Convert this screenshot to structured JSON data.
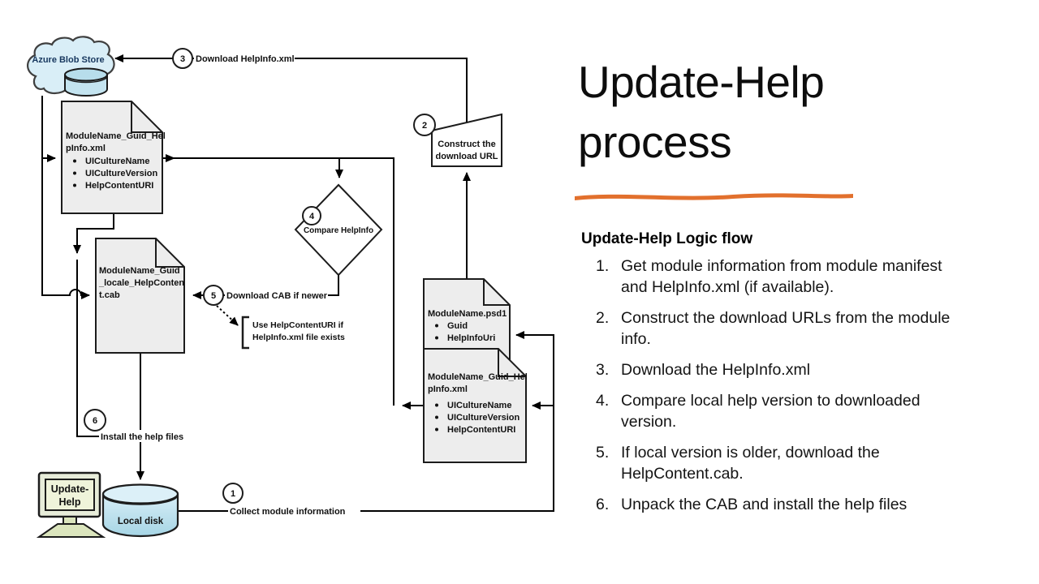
{
  "slide": {
    "title_line1": "Update-Help",
    "title_line2": "process",
    "subtitle": "Update-Help Logic flow",
    "accent_color": "#e2702d",
    "steps": [
      {
        "num": "1.",
        "text": "Get module information from module manifest and HelpInfo.xml (if available)."
      },
      {
        "num": "2.",
        "text": "Construct the download URLs from the module info."
      },
      {
        "num": "3.",
        "text": "Download the HelpInfo.xml"
      },
      {
        "num": "4.",
        "text": "Compare local help version to downloaded version."
      },
      {
        "num": "5.",
        "text": "If local version is older, download the HelpContent.cab."
      },
      {
        "num": "6.",
        "text": "Unpack the CAB and install the help files"
      }
    ]
  },
  "diagram": {
    "cloud_label": "Azure Blob Store",
    "doc_downloaded_helpinfo": {
      "title_line1": "ModuleName_Guid_Hel",
      "title_line2": "pInfo.xml",
      "bullets": [
        "UICultureName",
        "UICultureVersion",
        "HelpContentURI"
      ]
    },
    "doc_cab": {
      "title_line1": "ModuleName_Guid",
      "title_line2": "_locale_HelpConten",
      "title_line3": "t.cab"
    },
    "doc_psd1": {
      "title": "ModuleName.psd1",
      "bullets": [
        "Guid",
        "HelpInfoUri"
      ]
    },
    "doc_local_helpinfo": {
      "title_line1": "ModuleName_Guid_Hel",
      "title_line2": "pInfo.xml",
      "bullets": [
        "UICultureName",
        "UICultureVersion",
        "HelpContentURI"
      ]
    },
    "process_construct_line1": "Construct the",
    "process_construct_line2": "download URL",
    "decision_compare": "Compare HelpInfo",
    "computer_label_line1": "Update-",
    "computer_label_line2": "Help",
    "disk_label": "Local disk",
    "badges": {
      "b1": "1",
      "b2": "2",
      "b3": "3",
      "b4": "4",
      "b5": "5",
      "b6": "6"
    },
    "edge_labels": {
      "download_helpinfo": "Download HelpInfo.xml",
      "download_cab": "Download CAB if newer",
      "install_help": "Install the help files",
      "collect_module_info": "Collect module information"
    },
    "note_line1": "Use HelpContentURI if",
    "note_line2": "HelpInfo.xml file exists"
  }
}
